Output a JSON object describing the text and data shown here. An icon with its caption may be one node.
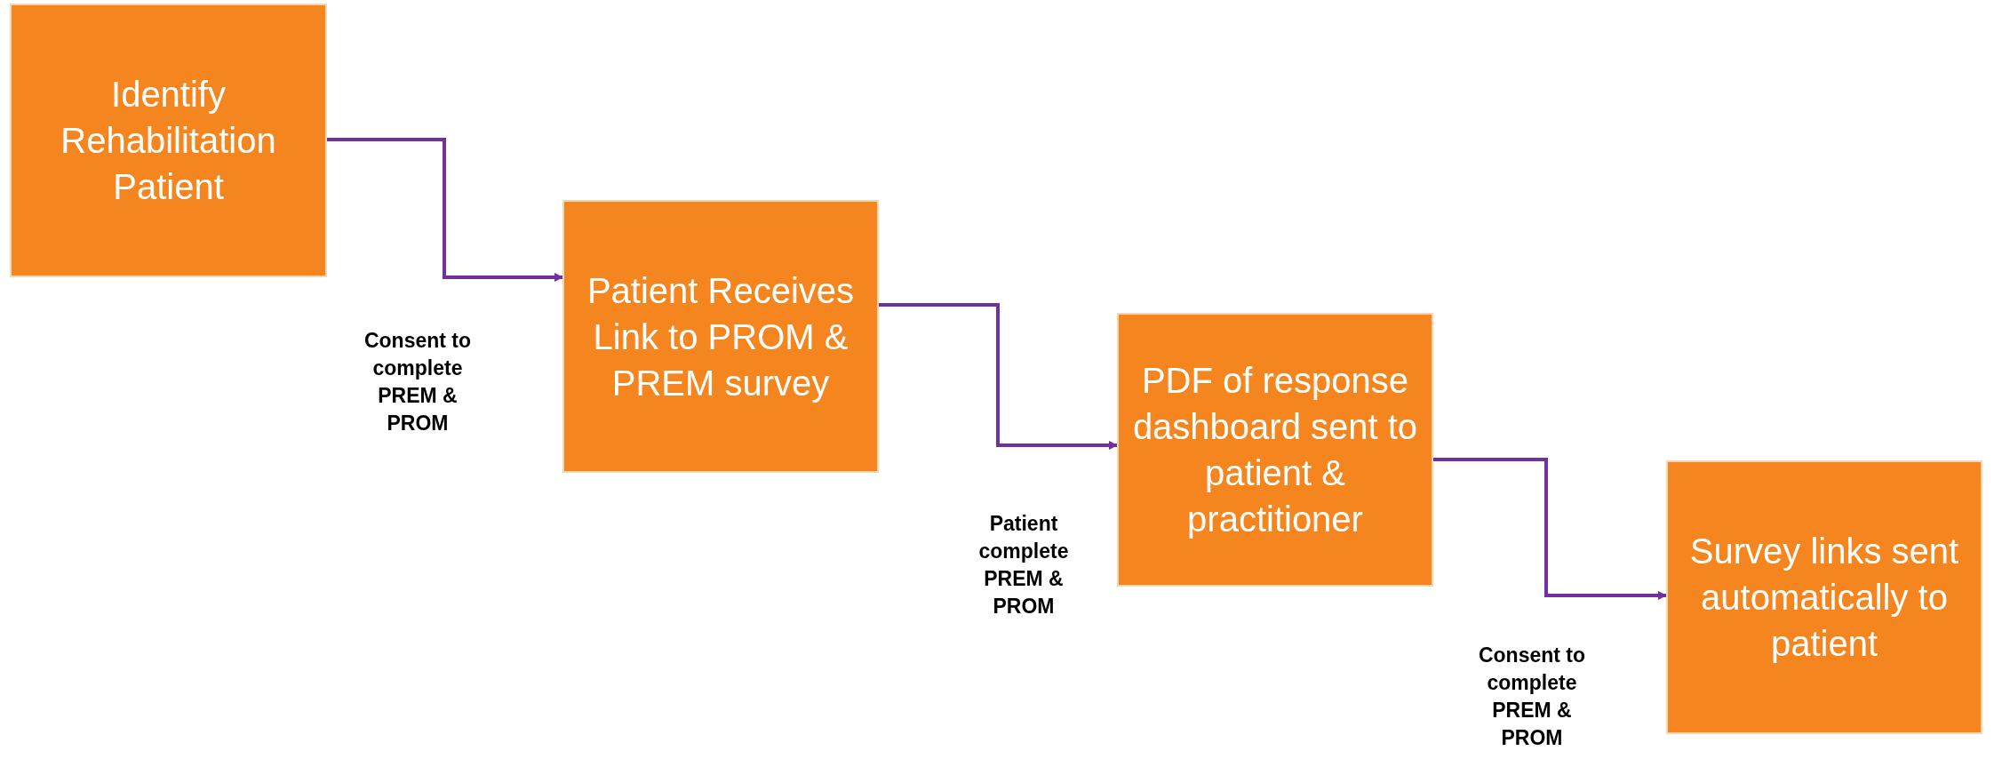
{
  "diagram": {
    "nodes": [
      {
        "text": [
          "Identify Rehabilitation Patient"
        ]
      },
      {
        "text": [
          "Patient Receives Link to PROM & PREM survey"
        ]
      },
      {
        "text": [
          "PDF of response dashboard sent to patient & practitioner"
        ]
      },
      {
        "text": [
          "Survey links sent automatically to patient"
        ]
      }
    ],
    "edges": [
      {
        "from": 0,
        "to": 1,
        "arrow": "to"
      },
      {
        "from": 1,
        "to": 2,
        "arrow": "to"
      },
      {
        "from": 2,
        "to": 3,
        "arrow": "to"
      }
    ],
    "labels": [
      "Consent to complete PREM & PROM",
      "Patient complete PREM & PROM",
      "Consent to complete PREM & PROM"
    ]
  }
}
